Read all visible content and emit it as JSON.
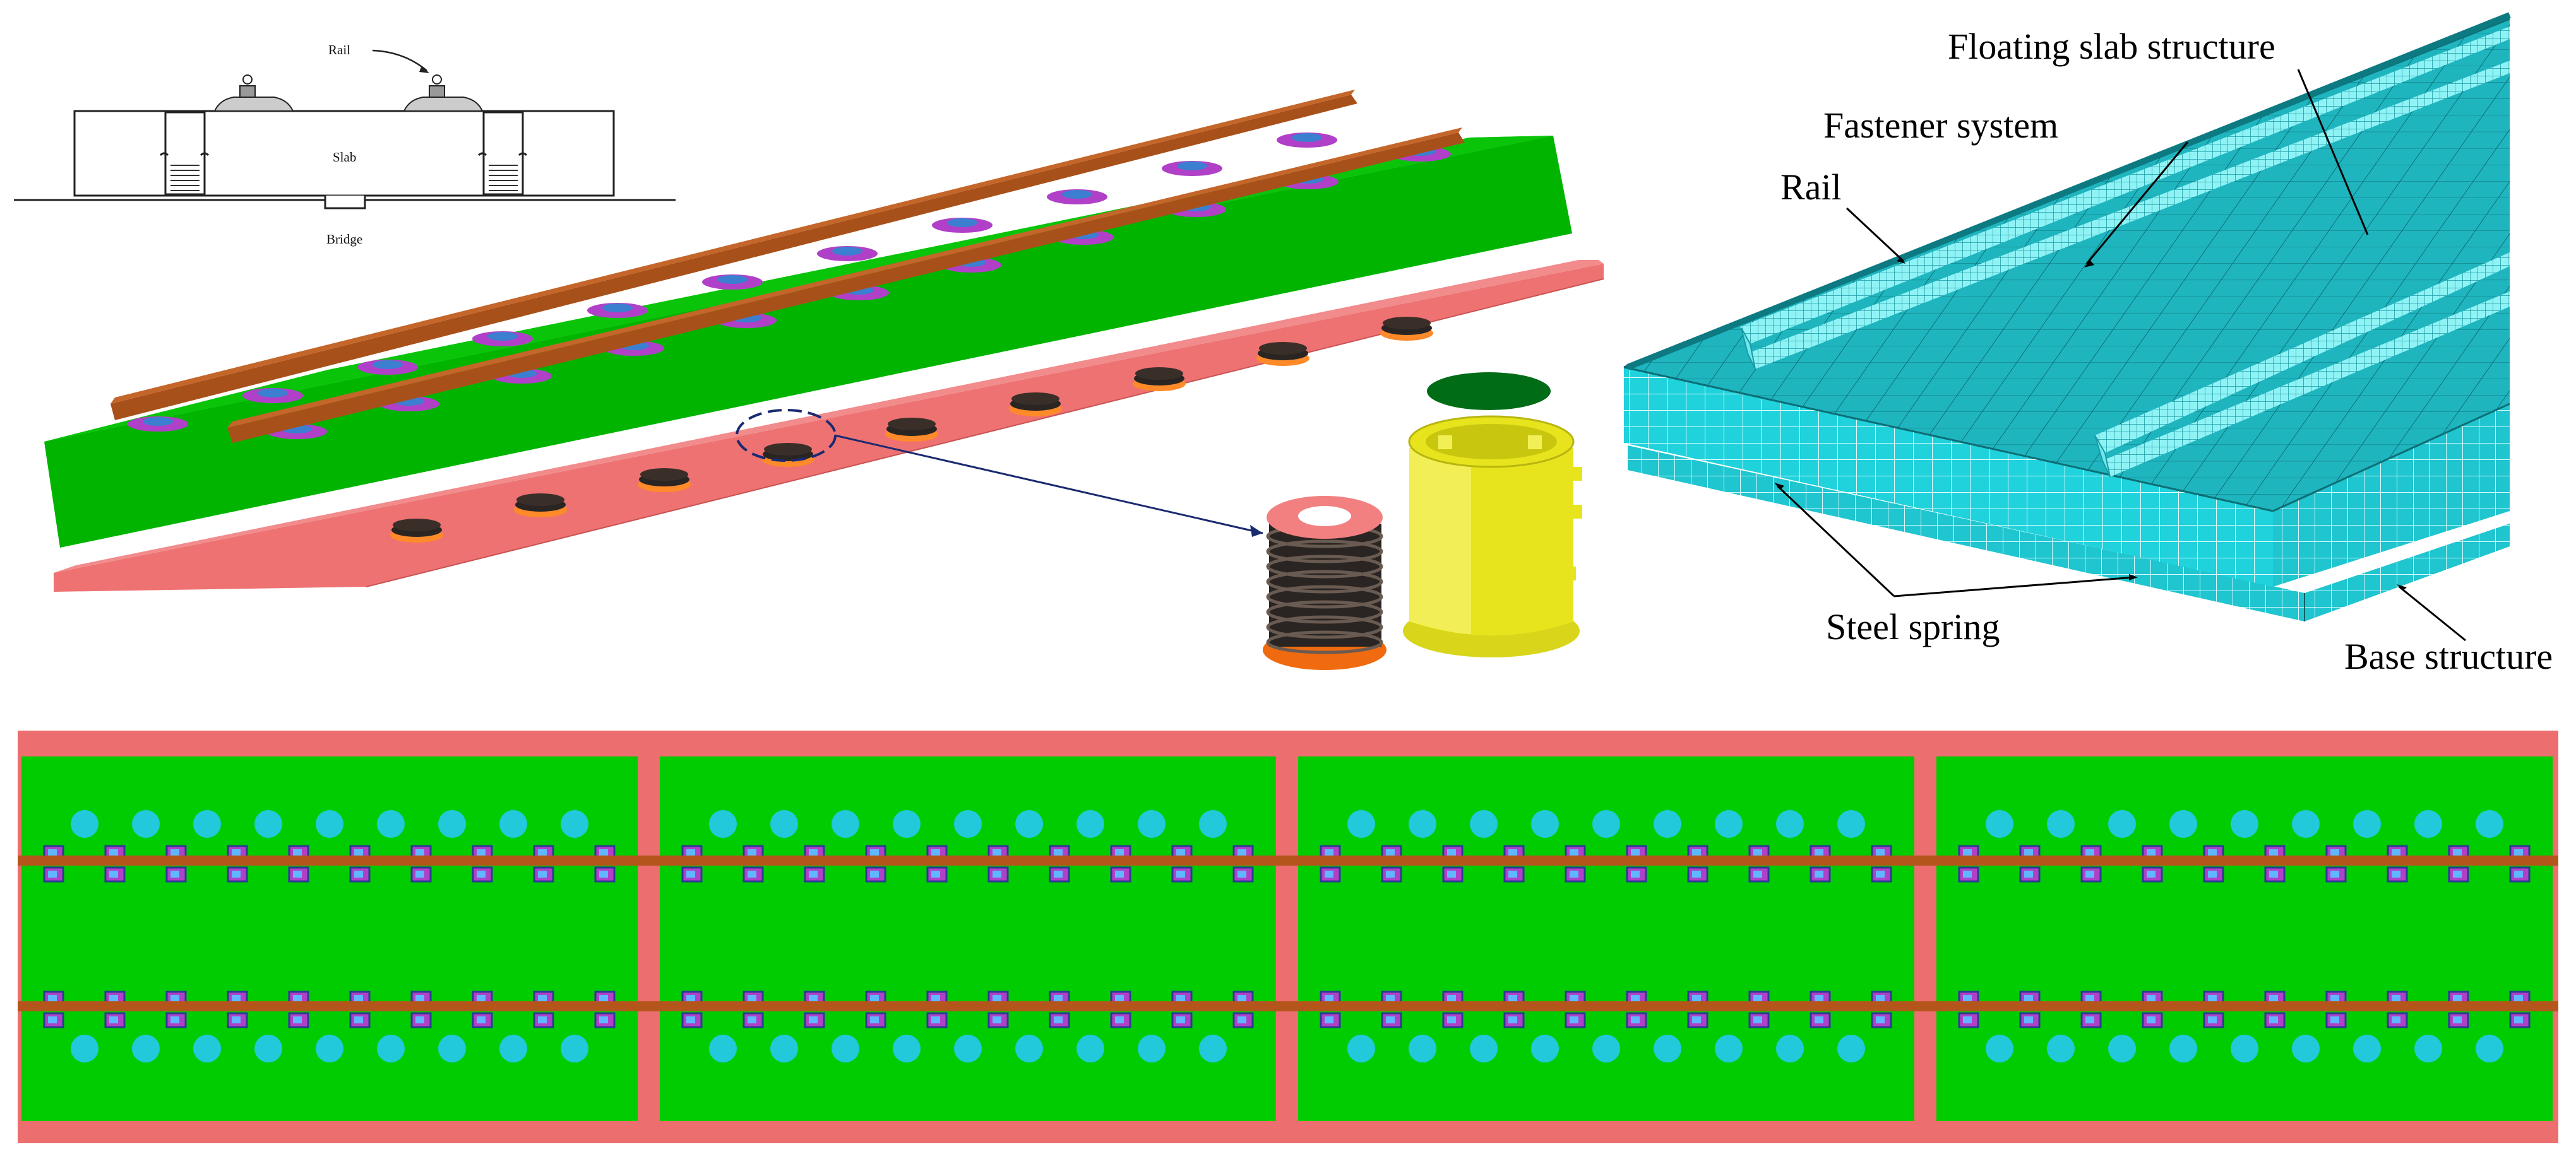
{
  "schematic": {
    "labels": {
      "rail": "Rail",
      "slab": "Slab",
      "bridge": "Bridge"
    }
  },
  "fem_model": {
    "labels": {
      "floating_slab": "Floating slab structure",
      "fastener": "Fastener system",
      "rail": "Rail",
      "steel_spring": "Steel spring",
      "base": "Base structure"
    }
  },
  "colors": {
    "slab_green": "#00cc00",
    "base_red": "#ec6e6e",
    "rail_brown": "#b4561c",
    "mesh_cyan": "#1fc5cf",
    "spring_dark": "#2a2522",
    "housing_yellow": "#e7e41d",
    "fastener_purple": "#b040c8",
    "spring_hole_cyan": "#21c9da"
  }
}
